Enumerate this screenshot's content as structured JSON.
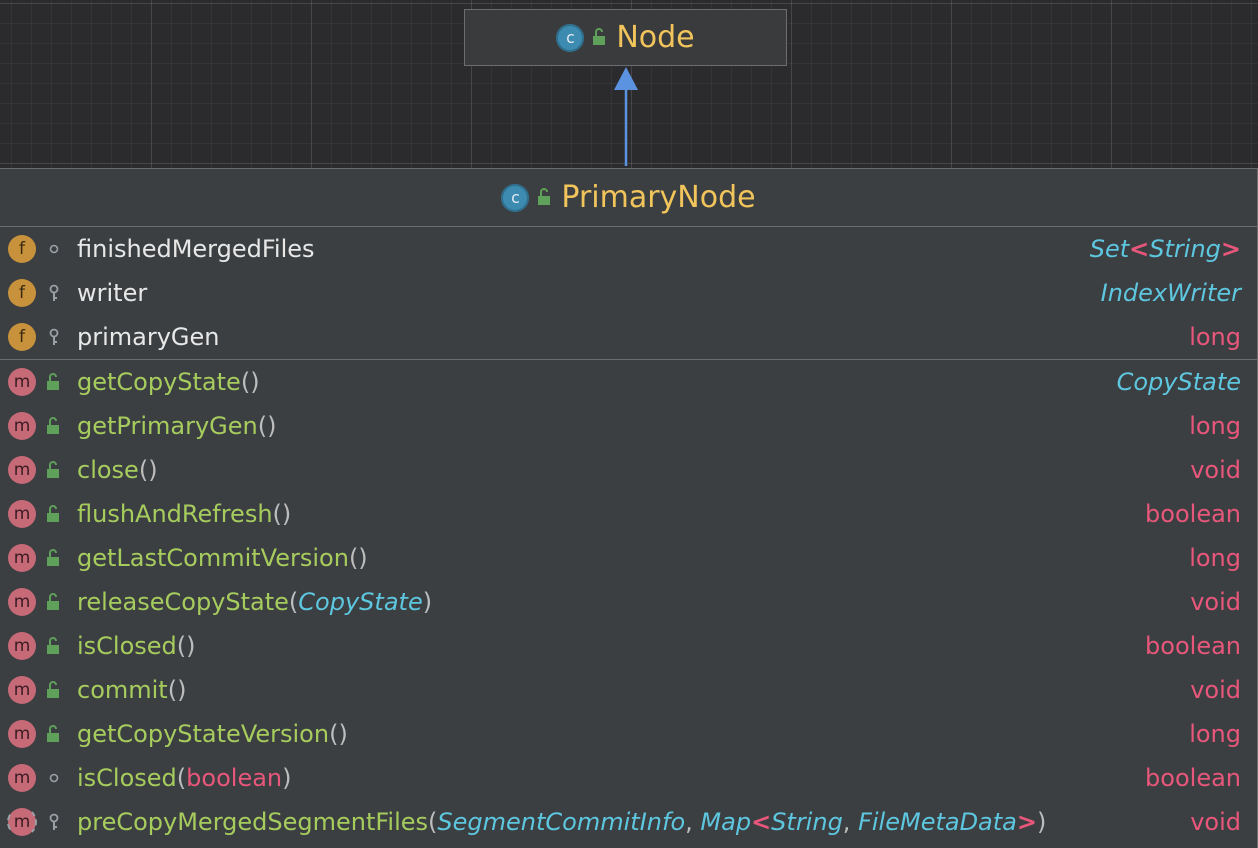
{
  "parent_class": {
    "name": "Node",
    "kind_icon": "class-icon-c",
    "visibility_icon": "public-lock-icon"
  },
  "main_class": {
    "name": "PrimaryNode",
    "kind_icon": "class-icon-c",
    "visibility_icon": "public-lock-icon"
  },
  "relation": "extends",
  "fields": [
    {
      "icon": "f",
      "visibility": "package",
      "name": "finishedMergedFiles",
      "type_parts": [
        "Set",
        "<",
        "String",
        ">"
      ]
    },
    {
      "icon": "f",
      "visibility": "private",
      "name": "writer",
      "type": "IndexWriter"
    },
    {
      "icon": "f",
      "visibility": "private",
      "name": "primaryGen",
      "type": "long"
    }
  ],
  "methods": [
    {
      "icon": "m",
      "visibility": "public",
      "name": "getCopyState",
      "params": "()",
      "type": "CopyState"
    },
    {
      "icon": "m",
      "visibility": "public",
      "name": "getPrimaryGen",
      "params": "()",
      "type": "long"
    },
    {
      "icon": "m",
      "visibility": "public",
      "name": "close",
      "params": "()",
      "type": "void"
    },
    {
      "icon": "m",
      "visibility": "public",
      "name": "flushAndRefresh",
      "params": "()",
      "type": "boolean"
    },
    {
      "icon": "m",
      "visibility": "public",
      "name": "getLastCommitVersion",
      "params": "()",
      "type": "long"
    },
    {
      "icon": "m",
      "visibility": "public",
      "name": "releaseCopyState",
      "param_open": "(",
      "param_type": "CopyState",
      "param_close": ")",
      "type": "void"
    },
    {
      "icon": "m",
      "visibility": "public",
      "name": "isClosed",
      "params": "()",
      "type": "boolean"
    },
    {
      "icon": "m",
      "visibility": "public",
      "name": "commit",
      "params": "()",
      "type": "void"
    },
    {
      "icon": "m",
      "visibility": "public",
      "name": "getCopyStateVersion",
      "params": "()",
      "type": "long"
    },
    {
      "icon": "m",
      "visibility": "package",
      "name": "isClosed",
      "param_open": "(",
      "param_kw": "boolean",
      "param_close": ")",
      "type": "boolean"
    },
    {
      "icon": "m",
      "visibility": "private",
      "name": "preCopyMergedSegmentFiles",
      "param_open": "(",
      "param_parts": [
        "SegmentCommitInfo",
        ",",
        "Map",
        "<",
        "String",
        ",",
        "FileMetaData",
        ">"
      ],
      "param_close": ")",
      "type": "void"
    }
  ]
}
